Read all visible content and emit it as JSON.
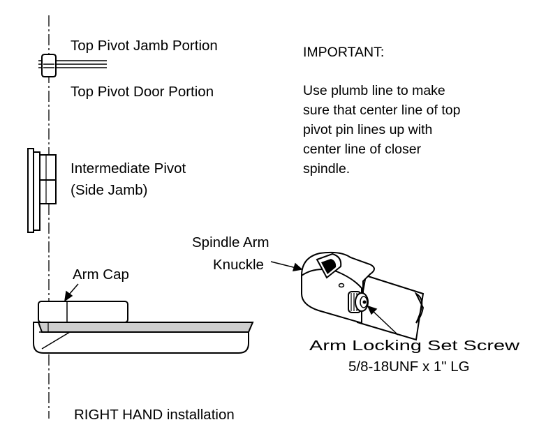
{
  "labels": {
    "top_pivot_jamb": "Top Pivot Jamb Portion",
    "top_pivot_door": "Top Pivot Door Portion",
    "intermediate_pivot_line1": "Intermediate Pivot",
    "intermediate_pivot_line2": "(Side Jamb)",
    "spindle_arm_line1": "Spindle Arm",
    "spindle_arm_line2": "Knuckle",
    "arm_cap": "Arm Cap",
    "set_screw_line1": "Arm Locking Set Screw",
    "set_screw_line2": "5/8-18UNF x 1\" LG",
    "installation": "RIGHT HAND installation"
  },
  "important": {
    "heading": "IMPORTANT:",
    "lines": [
      "Use plumb line to make",
      "sure that center line of top",
      "pivot pin lines up with",
      "center line of closer",
      "spindle."
    ]
  },
  "colors": {
    "line": "#000000",
    "arm_fill": "#cfcfcf",
    "background": "#ffffff"
  }
}
